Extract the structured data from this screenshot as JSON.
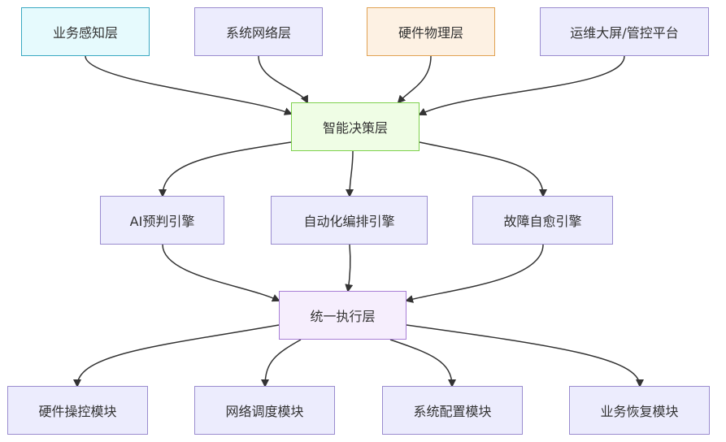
{
  "diagram": {
    "nodes": [
      {
        "id": "biz-perception",
        "label": "业务感知层",
        "fill": "#e6fafd",
        "stroke": "#3aa9c2"
      },
      {
        "id": "sys-network",
        "label": "系统网络层",
        "fill": "#ececfd",
        "stroke": "#9a8ccf"
      },
      {
        "id": "hw-physical",
        "label": "硬件物理层",
        "fill": "#fdf1e3",
        "stroke": "#e1a253"
      },
      {
        "id": "ops-screen",
        "label": "运维大屏/管控平台",
        "fill": "#ececfd",
        "stroke": "#9a8ccf"
      },
      {
        "id": "smart-decision",
        "label": "智能决策层",
        "fill": "#effde5",
        "stroke": "#7ed14d"
      },
      {
        "id": "ai-predict",
        "label": "AI预判引擎",
        "fill": "#ececfd",
        "stroke": "#9a8ccf"
      },
      {
        "id": "auto-orchestrate",
        "label": "自动化编排引擎",
        "fill": "#ececfd",
        "stroke": "#9a8ccf"
      },
      {
        "id": "self-heal",
        "label": "故障自愈引擎",
        "fill": "#ececfd",
        "stroke": "#9a8ccf"
      },
      {
        "id": "unified-exec",
        "label": "统一执行层",
        "fill": "#f6eefd",
        "stroke": "#a87ed6"
      },
      {
        "id": "hw-control",
        "label": "硬件操控模块",
        "fill": "#ececfd",
        "stroke": "#9a8ccf"
      },
      {
        "id": "net-schedule",
        "label": "网络调度模块",
        "fill": "#ececfd",
        "stroke": "#9a8ccf"
      },
      {
        "id": "sys-config",
        "label": "系统配置模块",
        "fill": "#ececfd",
        "stroke": "#9a8ccf"
      },
      {
        "id": "biz-recovery",
        "label": "业务恢复模块",
        "fill": "#ececfd",
        "stroke": "#9a8ccf"
      }
    ],
    "edges": [
      {
        "from": "biz-perception",
        "to": "smart-decision"
      },
      {
        "from": "sys-network",
        "to": "smart-decision"
      },
      {
        "from": "hw-physical",
        "to": "smart-decision"
      },
      {
        "from": "ops-screen",
        "to": "smart-decision"
      },
      {
        "from": "smart-decision",
        "to": "ai-predict"
      },
      {
        "from": "smart-decision",
        "to": "auto-orchestrate"
      },
      {
        "from": "smart-decision",
        "to": "self-heal"
      },
      {
        "from": "ai-predict",
        "to": "unified-exec"
      },
      {
        "from": "auto-orchestrate",
        "to": "unified-exec"
      },
      {
        "from": "self-heal",
        "to": "unified-exec"
      },
      {
        "from": "unified-exec",
        "to": "hw-control"
      },
      {
        "from": "unified-exec",
        "to": "net-schedule"
      },
      {
        "from": "unified-exec",
        "to": "sys-config"
      },
      {
        "from": "unified-exec",
        "to": "biz-recovery"
      }
    ],
    "edge_color": "#333333"
  }
}
